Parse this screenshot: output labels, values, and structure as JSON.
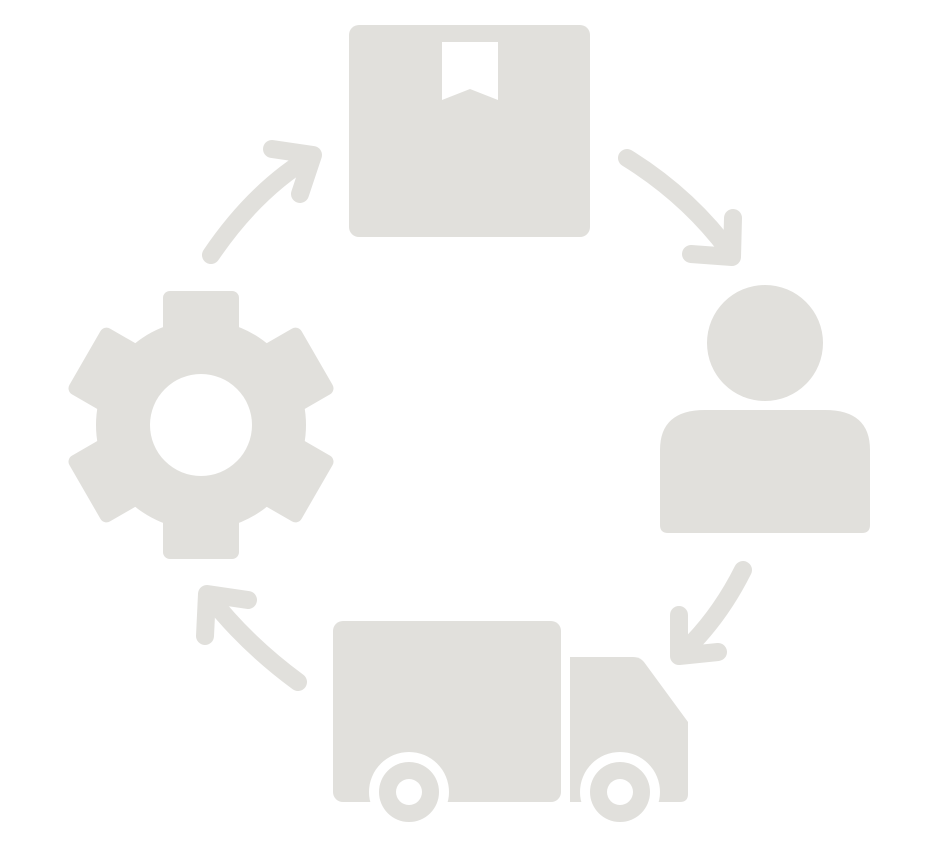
{
  "colors": {
    "background": "#ffffff",
    "icon": "#e1e0dc"
  },
  "cycle": {
    "steps": [
      {
        "id": "box",
        "icon": "package-box-icon"
      },
      {
        "id": "customer",
        "icon": "user-icon"
      },
      {
        "id": "delivery",
        "icon": "delivery-truck-icon"
      },
      {
        "id": "processing",
        "icon": "gear-icon"
      }
    ],
    "arrows": [
      {
        "from": "processing",
        "to": "box"
      },
      {
        "from": "box",
        "to": "customer"
      },
      {
        "from": "customer",
        "to": "delivery"
      },
      {
        "from": "delivery",
        "to": "processing"
      }
    ]
  }
}
